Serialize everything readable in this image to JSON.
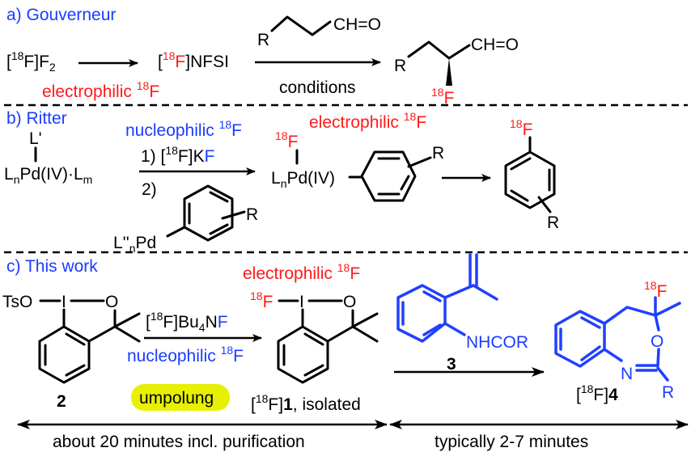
{
  "colors": {
    "blue": "#1a3cff",
    "red": "#ff1a1a",
    "highlight": "#e6f000",
    "black": "#000000"
  },
  "a": {
    "title": "a) Gouverneur",
    "f2": {
      "open": "[",
      "iso": "18",
      "close": "F]F",
      "sub": "2"
    },
    "electrophilic": {
      "text": "electrophilic ",
      "iso": "18",
      "el": "F"
    },
    "nfsi": {
      "open": "[",
      "iso": "18",
      "el": "F",
      "rest": "]NFSI"
    },
    "substrate": {
      "r": "R",
      "cho": "CH=O"
    },
    "conditions": "conditions",
    "product": {
      "r": "R",
      "cho": "CH=O",
      "iso": "18",
      "el": "F"
    }
  },
  "b": {
    "title": "b) Ritter",
    "pd": {
      "lprime": "L'",
      "l": "L",
      "n": "n",
      "pd": "Pd(IV)·L",
      "m": "m"
    },
    "nucleophilic": {
      "text": "nucleophilic ",
      "iso": "18",
      "el": "F"
    },
    "step1": {
      "num": "1) [",
      "iso": "18",
      "mid": "F]K",
      "el": "F"
    },
    "step2": "2)",
    "arylpd": {
      "l": "L''",
      "n": "n",
      "pd": "Pd",
      "r": "R"
    },
    "electrophilic": {
      "text": "electrophilic ",
      "iso": "18",
      "el": "F"
    },
    "intermediate": {
      "iso": "18",
      "el": "F",
      "l": "L",
      "n": "n",
      "pd": "Pd(IV)",
      "r": "R"
    },
    "product": {
      "iso": "18",
      "el": "F",
      "r": "R"
    }
  },
  "c": {
    "title": "c) This work",
    "compound2": {
      "tso": "TsO",
      "i": "I",
      "o": "O",
      "label": "2"
    },
    "reagent": {
      "open": "[",
      "iso": "18",
      "mid": "F]Bu",
      "sub": "4",
      "n": "N",
      "el": "F"
    },
    "nucleophilic": {
      "text": "nucleophilic ",
      "iso": "18",
      "el": "F"
    },
    "umpolung": "umpolung",
    "electrophilic": {
      "text": "electrophilic ",
      "iso": "18",
      "el": "F"
    },
    "compound1": {
      "iso": "18",
      "el": "F",
      "i": "I",
      "o": "O",
      "label_open": "[",
      "label_iso": "18",
      "label_mid": "F]",
      "label_num": "1",
      "label_rest": ", isolated"
    },
    "compound3": {
      "nhcor": "NHCOR",
      "label": "3"
    },
    "compound4": {
      "iso": "18",
      "el": "F",
      "o": "O",
      "n": "N",
      "r": "R",
      "label_open": "[",
      "label_iso": "18",
      "label_mid": "F]",
      "label_num": "4"
    },
    "time1": "about 20 minutes incl. purification",
    "time2": "typically 2-7 minutes"
  }
}
